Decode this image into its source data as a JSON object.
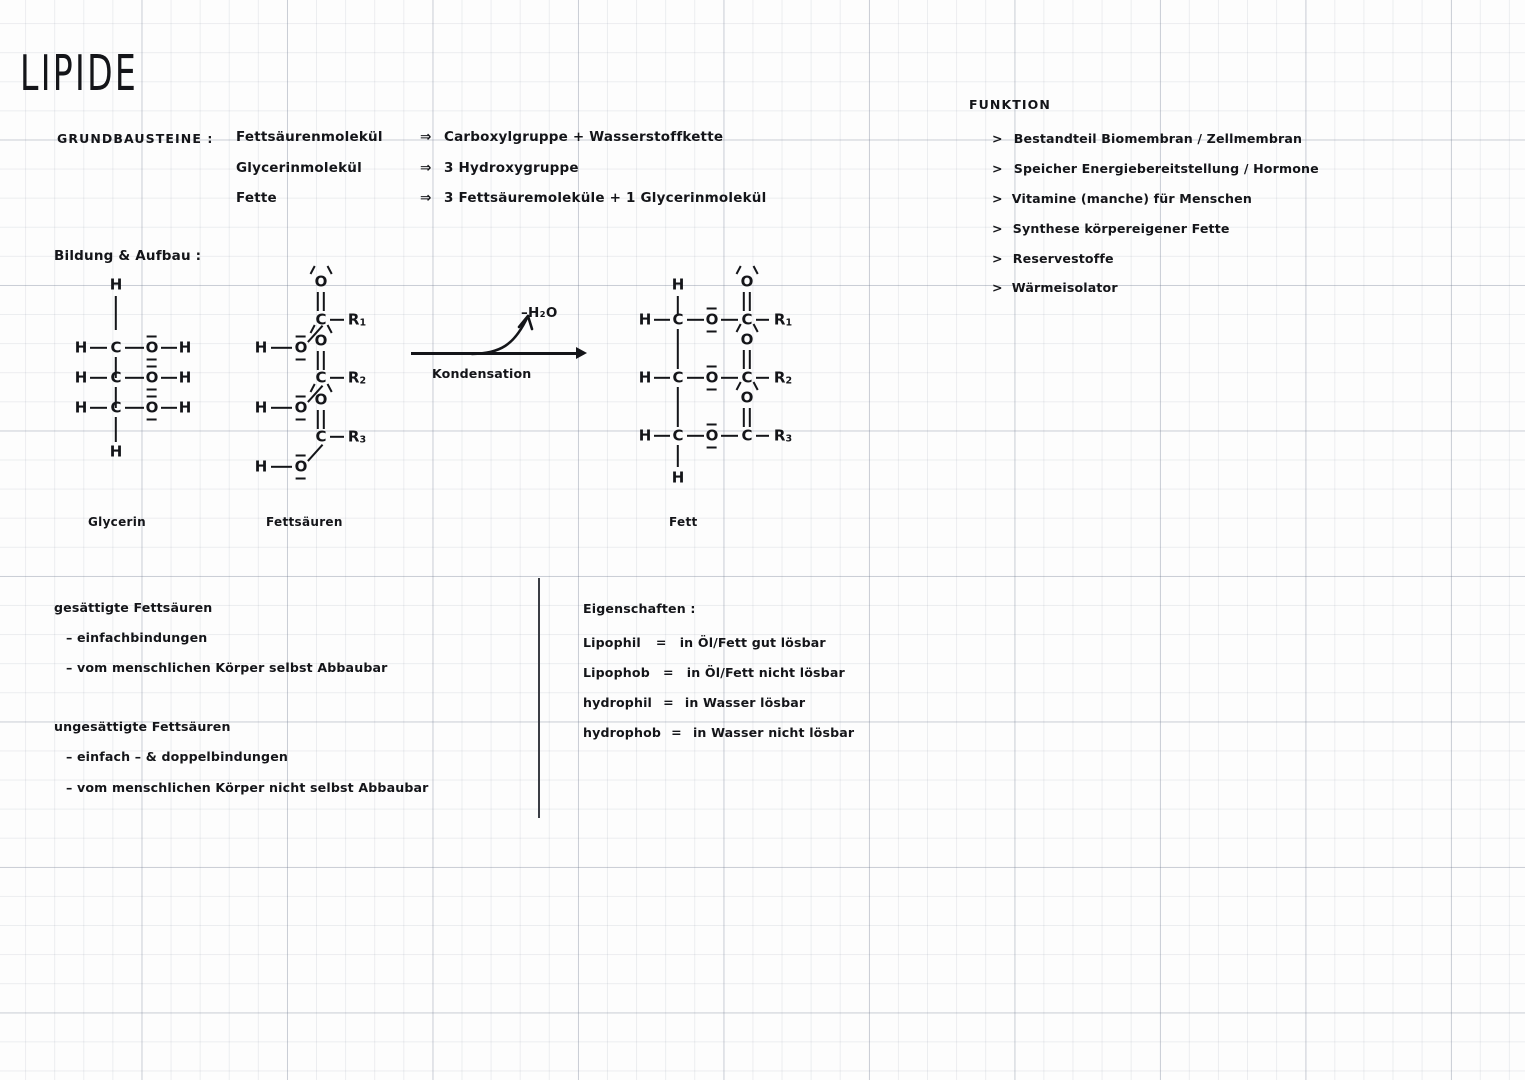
{
  "page": {
    "title": "LIPIDE",
    "paper": "grid-paper"
  },
  "basics": {
    "heading": "GRUNDBAUSTEINE :",
    "rows": [
      {
        "term": "Fettsäurenmolekül",
        "arrow": "⇒",
        "definition": "Carboxylgruppe + Wasserstoffkette"
      },
      {
        "term": "Glycerinmolekül",
        "arrow": "⇒",
        "definition": "3 Hydroxygruppe"
      },
      {
        "term": "Fette",
        "arrow": "⇒",
        "definition": "3 Fettsäuremoleküle  +  1 Glycerinmolekül"
      }
    ]
  },
  "function": {
    "heading": "FUNKTION",
    "bullet": ">",
    "items": [
      "Bestandteil  Biomembran / Zellmembran",
      "Speicher  Energiebereitstellung / Hormone",
      "Vitamine  (manche)  für  Menschen",
      "Synthese   körpereigener  Fette",
      "Reservestoffe",
      "Wärmeisolator"
    ]
  },
  "structure": {
    "heading": "Bildung & Aufbau :",
    "labels": {
      "glycerol": "Glycerin",
      "fattyacids": "Fettsäuren",
      "fat": "Fett"
    },
    "reaction": {
      "above": "–H₂O",
      "below": "Kondensation"
    },
    "atoms": {
      "h": "H",
      "c": "C",
      "o": "O",
      "r1": "R",
      "r1sub": "1",
      "r2sub": "2",
      "r3sub": "3"
    }
  },
  "fattyacid_types": {
    "saturated": {
      "heading": "gesättigte Fettsäuren",
      "items": [
        "– einfachbindungen",
        "– vom  menschlichen Körper selbst Abbaubar"
      ]
    },
    "unsaturated": {
      "heading": "ungesättigte  Fettsäuren",
      "items": [
        "–  einfach – & doppelbindungen",
        "–  vom menschlichen Körper nicht selbst   Abbaubar"
      ]
    }
  },
  "properties": {
    "heading": "Eigenschaften :",
    "rows": [
      {
        "term": "Lipophil",
        "eq": "=",
        "definition": "in Öl/Fett gut lösbar"
      },
      {
        "term": "Lipophob",
        "eq": "=",
        "definition": "in Öl/Fett nicht lösbar"
      },
      {
        "term": "hydrophil",
        "eq": "=",
        "definition": "in Wasser lösbar"
      },
      {
        "term": "hydrophob",
        "eq": "=",
        "definition": "in Wasser nicht lösbar"
      }
    ]
  }
}
